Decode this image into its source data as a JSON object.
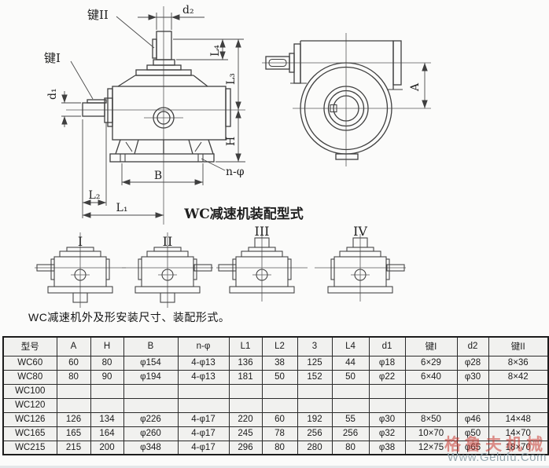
{
  "drawing": {
    "dim_labels": {
      "key2": "键II",
      "d2": "d₂",
      "key1": "键I",
      "d1": "d₁",
      "L4": "L₄",
      "L3": "L₃",
      "H": "H",
      "n_phi": "n-φ",
      "B": "B",
      "L2": "L₂",
      "L1": "L₁",
      "A": "A"
    },
    "assembly_title": "WC减速机装配型式",
    "assembly_types": [
      {
        "label": "I"
      },
      {
        "label": "II"
      },
      {
        "label": "III"
      },
      {
        "label": "IV"
      }
    ]
  },
  "caption": "WC减速机外及形安装尺寸、装配形式。",
  "table": {
    "headers": [
      "型号",
      "A",
      "H",
      "B",
      "n-φ",
      "L1",
      "L2",
      "3",
      "L4",
      "d1",
      "键I",
      "d2",
      "键II"
    ],
    "rows": [
      [
        "WC60",
        "60",
        "80",
        "φ154",
        "4-φ13",
        "136",
        "38",
        "125",
        "44",
        "φ18",
        "6×29",
        "φ28",
        "8×36"
      ],
      [
        "WC80",
        "80",
        "90",
        "φ194",
        "4-φ13",
        "181",
        "50",
        "152",
        "50",
        "φ22",
        "6×40",
        "φ30",
        "8×42"
      ],
      [
        "WC100",
        "",
        "",
        "",
        "",
        "",
        "",
        "",
        "",
        "",
        "",
        "",
        ""
      ],
      [
        "WC120",
        "",
        "",
        "",
        "",
        "",
        "",
        "",
        "",
        "",
        "",
        "",
        ""
      ],
      [
        "WC126",
        "126",
        "134",
        "φ226",
        "4-φ17",
        "220",
        "60",
        "192",
        "55",
        "φ30",
        "8×50",
        "φ46",
        "14×48"
      ],
      [
        "WC165",
        "165",
        "164",
        "φ260",
        "4-φ17",
        "245",
        "78",
        "256",
        "256",
        "φ32",
        "10×70",
        "φ50",
        "14×70"
      ],
      [
        "WC215",
        "215",
        "200",
        "φ348",
        "4-φ17",
        "296",
        "80",
        "280",
        "80",
        "φ38",
        "12×75",
        "φ65",
        "18×70"
      ]
    ]
  },
  "watermark": {
    "brand": "格鲁夫机械",
    "url": "Www.Gelufu.Com"
  },
  "colors": {
    "line": "#3f3f3f",
    "table_bg": "#f1f1ef",
    "watermark_red": "#c93932",
    "watermark_gray": "#8ca0a8"
  }
}
